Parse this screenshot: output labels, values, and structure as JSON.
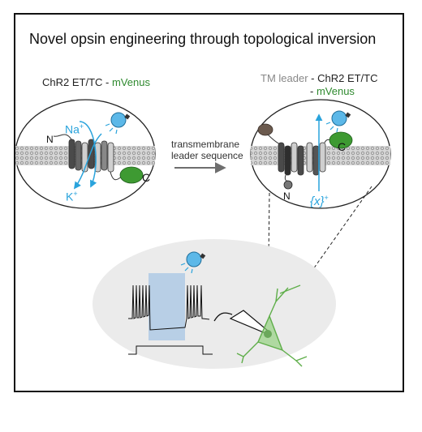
{
  "title": "Novel opsin engineering through topological inversion",
  "left_panel": {
    "name": "ChR2 ET/TC",
    "separator": " - ",
    "tag": "mVenus",
    "ion_in": "Na",
    "ion_out": "K",
    "ion_charge": "+",
    "n_label": "N",
    "c_label": "C"
  },
  "arrow": {
    "line1": "transmembrane",
    "line2": "leader sequence"
  },
  "right_panel": {
    "leader": "TM leader",
    "separator1": " - ",
    "name": "ChR2 ET/TC",
    "separator2": "- ",
    "tag": "mVenus",
    "ion": "{x}",
    "ion_charge": "+",
    "n_label": "N",
    "c_label": "C"
  },
  "colors": {
    "ion_blue": "#29a3dc",
    "mvenus_green": "#2f8a2f",
    "leader_brown": "#6b5a4e",
    "neuron_green": "#8fd07a",
    "light_bulb": "#5cb8e8",
    "illumination_box": "#b8cfe6",
    "background_oval": "#ebebeb"
  },
  "icons": [
    "light-bulb-icon",
    "neuron-icon",
    "electrode-icon"
  ]
}
